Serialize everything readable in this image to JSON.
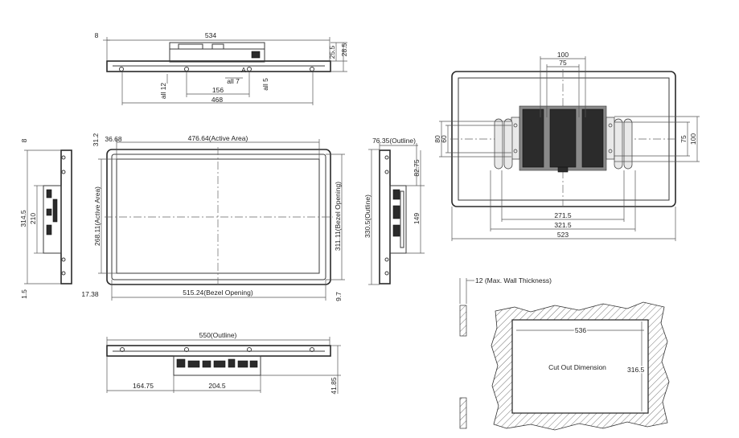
{
  "top_view": {
    "dim_width": "534",
    "dim_left_offset": "8",
    "dim_depth_1": "25.5",
    "dim_depth_2": "28.5",
    "dim_all12": "all 12",
    "dim_all7": "all 7",
    "dim_all5": "all 5",
    "dim_156": "156",
    "dim_468": "468",
    "label_a": "A"
  },
  "front_view": {
    "dim_active_w": "476.64(Active Area)",
    "dim_left_36": "36.68",
    "dim_top_31": "31.2",
    "dim_active_h": "268.11(Active Area)",
    "dim_bezel_h": "311.11(Bezel Opening)",
    "dim_bezel_w": "515.24(Bezel Opening)",
    "dim_17": "17.38",
    "dim_9": "9.7"
  },
  "left_side_view": {
    "dim_8": "8",
    "dim_314": "314.5",
    "dim_210": "210",
    "dim_1_5": "1.5"
  },
  "right_side_view": {
    "dim_outline_depth": "76.35(Outline)",
    "dim_82": "82.75",
    "dim_149": "149",
    "dim_outline_h": "330.5(Outline)"
  },
  "rear_view": {
    "dim_100_top": "100",
    "dim_75_top": "75",
    "dim_80": "80",
    "dim_60": "60",
    "dim_75_right": "75",
    "dim_100_right": "100",
    "dim_271": "271.5",
    "dim_321": "321.5",
    "dim_523": "523"
  },
  "bottom_view": {
    "dim_outline_w": "550(Outline)",
    "dim_164": "164.75",
    "dim_204": "204.5",
    "dim_41": "41.85"
  },
  "cutout": {
    "wall_note": "12 (Max. Wall Thickness)",
    "dim_536": "536",
    "dim_316": "316.5",
    "label": "Cut Out Dimension"
  }
}
